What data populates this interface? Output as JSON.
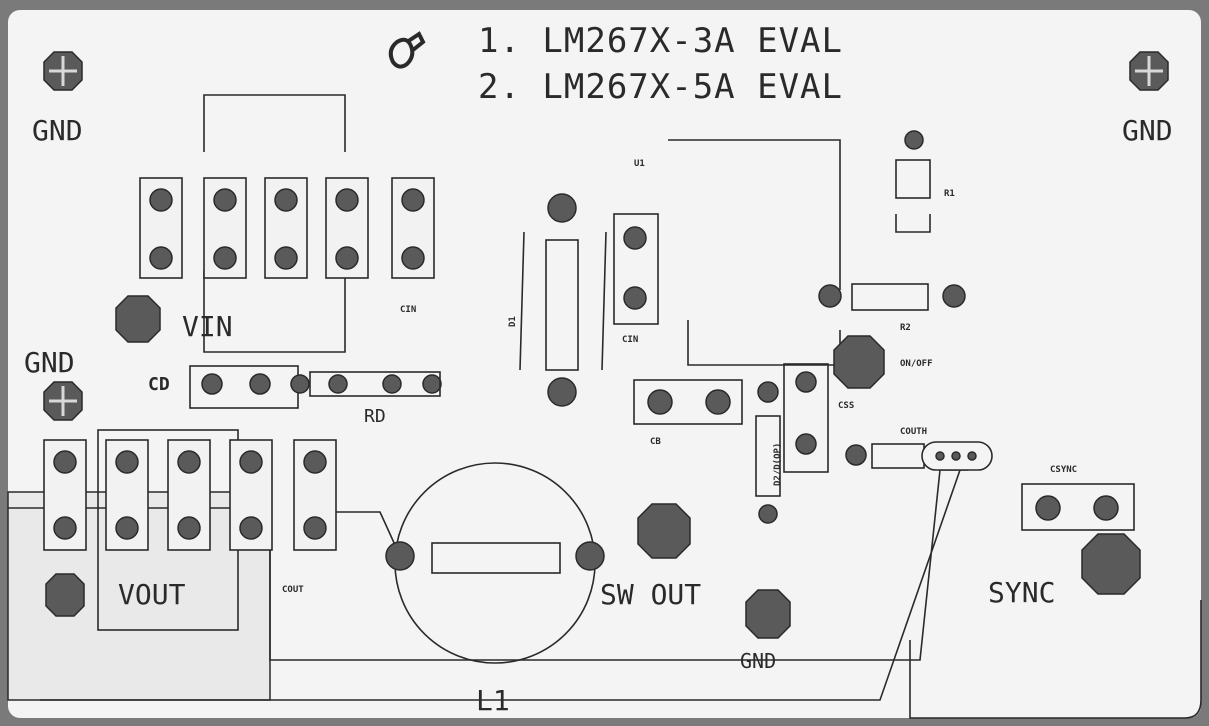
{
  "title_line_1": "1.  LM267X-3A EVAL",
  "title_line_2": "2.  LM267X-5A EVAL",
  "labels": {
    "gnd": "GND",
    "vin": "VIN",
    "vout": "VOUT",
    "sw_out": "SW OUT",
    "sync": "SYNC",
    "l1": "L1",
    "on_off": "ON/OFF",
    "cd": "CD",
    "rd": "RD",
    "cin": "CIN",
    "cout": "COUT",
    "cout_hf": "COUTH",
    "cb": "CB",
    "css": "CSS",
    "csync": "CSYNC",
    "u1": "U1",
    "r1": "R1",
    "r2": "R2",
    "d1": "D1",
    "d2": "D2/D(OP)"
  },
  "colors": {
    "board": "#f4f4f4",
    "frame": "#7a7a7a",
    "silkscreen": "#2a2a2a",
    "pad": "#5a5a5a"
  }
}
